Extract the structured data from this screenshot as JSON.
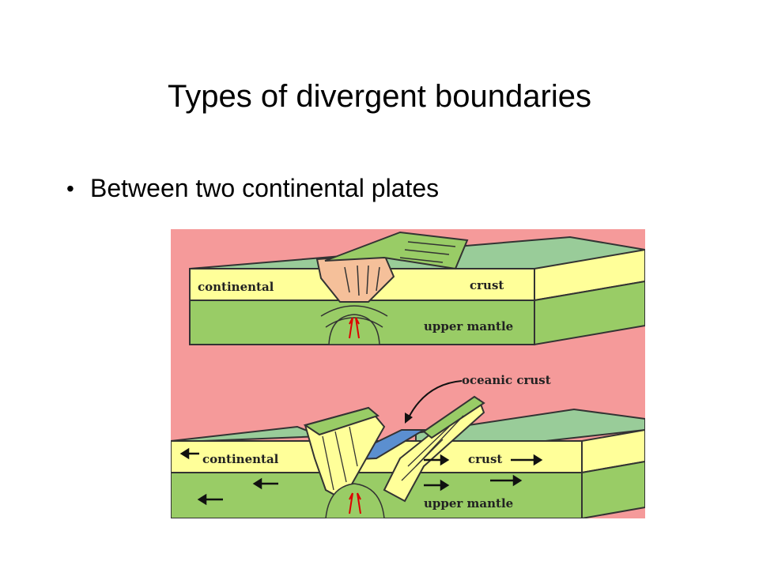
{
  "slide": {
    "title": "Types of divergent boundaries",
    "bullets": [
      "Between two continental plates"
    ]
  },
  "diagram": {
    "top": {
      "left_label": "continental",
      "right_label": "crust",
      "mantle_label": "upper mantle"
    },
    "bottom": {
      "left_label": "continental",
      "right_label": "crust",
      "mantle_label": "upper mantle",
      "callout_label": "oceanic crust"
    },
    "colors": {
      "background": "#f59a9a",
      "crust_top": "#99cc99",
      "crust": "#ffff99",
      "mantle": "#99cc66",
      "rift_zone": "#f5c09a",
      "ocean": "#5b8fd0"
    }
  }
}
